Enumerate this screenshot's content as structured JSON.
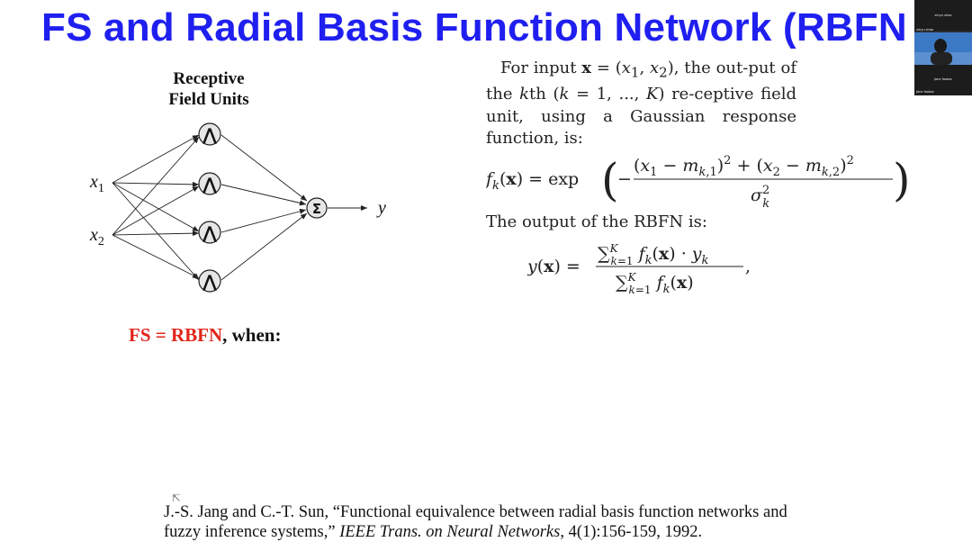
{
  "slide": {
    "title": "FS and Radial Basis Function Network (RBFN",
    "network": {
      "heading_line1": "Receptive",
      "heading_line2": "Field Units",
      "input_1": "x",
      "input_1_sub": "1",
      "input_2": "x",
      "input_2_sub": "2",
      "output": "y",
      "node_symbol": "⋀",
      "sum_symbol": "Σ"
    },
    "description": {
      "text_a": "For input ",
      "text_b": " = (",
      "text_c": "), the out-put of the ",
      "text_d": "th (",
      "text_e": " = 1, ..., ",
      "text_f": ") re-ceptive field unit, using a Gaussian response function, is:",
      "output_line": "The output of the RBFN is:"
    },
    "fs_label_red": "FS = RBFN",
    "fs_label_rest": ", when:",
    "reference": {
      "authors": "J.-S. Jang and C.-T. Sun, “Functional equivalence between radial basis function networks and fuzzy inference systems,”",
      "journal": "IEEE Trans. on Neural Networks",
      "details": ", 4(1):156-159, 1992."
    }
  },
  "video_panel": {
    "participant_top": "xinyu zhao",
    "participant_mid": "xinyu zhao",
    "participant_bottom": "Jane foobar",
    "participant_bottom_sub": "Jane foobar"
  }
}
